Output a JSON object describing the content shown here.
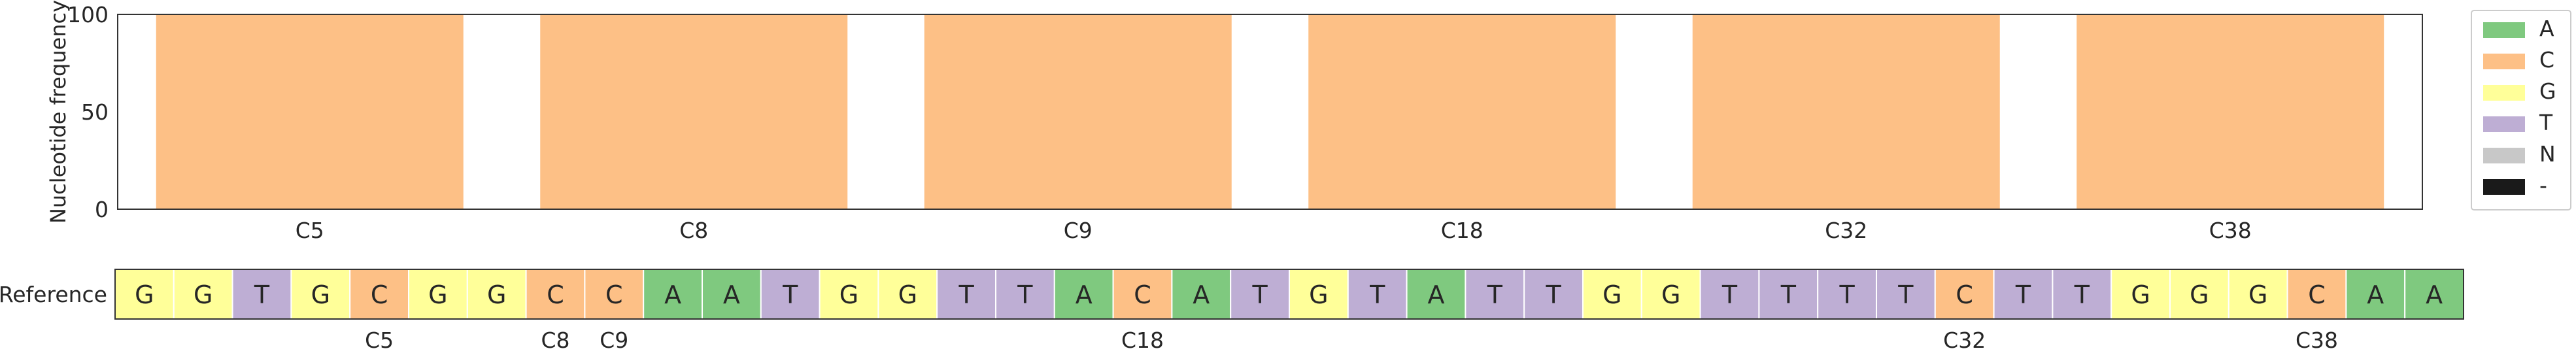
{
  "chart_data": [
    {
      "type": "bar",
      "categories": [
        "C5",
        "C8",
        "C9",
        "C18",
        "C32",
        "C38"
      ],
      "series": [
        {
          "name": "A",
          "values": [
            0,
            0,
            0,
            0,
            0,
            0
          ]
        },
        {
          "name": "C",
          "values": [
            100,
            100,
            100,
            100,
            100,
            100
          ]
        },
        {
          "name": "G",
          "values": [
            0,
            0,
            0,
            0,
            0,
            0
          ]
        },
        {
          "name": "T",
          "values": [
            0,
            0,
            0,
            0,
            0,
            0
          ]
        },
        {
          "name": "N",
          "values": [
            0,
            0,
            0,
            0,
            0,
            0
          ]
        },
        {
          "name": "-",
          "values": [
            0,
            0,
            0,
            0,
            0,
            0
          ]
        }
      ],
      "stacked": true,
      "ylabel": "Nucleotide frequency",
      "ylim": [
        0,
        100
      ],
      "yticks": [
        0,
        50,
        100
      ],
      "grid": false,
      "legend_position": "right"
    },
    {
      "type": "table",
      "row_label": "Reference",
      "sequence": [
        "G",
        "G",
        "T",
        "G",
        "C",
        "G",
        "G",
        "C",
        "C",
        "A",
        "A",
        "T",
        "G",
        "G",
        "T",
        "T",
        "A",
        "C",
        "A",
        "T",
        "G",
        "T",
        "A",
        "T",
        "T",
        "G",
        "G",
        "T",
        "T",
        "T",
        "T",
        "C",
        "T",
        "T",
        "G",
        "G",
        "G",
        "C",
        "A",
        "A"
      ],
      "marked_positions": [
        {
          "label": "C5",
          "position": 5
        },
        {
          "label": "C8",
          "position": 8
        },
        {
          "label": "C9",
          "position": 9
        },
        {
          "label": "C18",
          "position": 18
        },
        {
          "label": "C32",
          "position": 32
        },
        {
          "label": "C38",
          "position": 38
        }
      ]
    }
  ],
  "colors": {
    "A": "#7fc97f",
    "C": "#fdc086",
    "G": "#ffff99",
    "T": "#beaed4",
    "N": "#c8c8c8",
    "-": "#1a1a1a",
    "axis": "#333333",
    "text": "#262626"
  }
}
